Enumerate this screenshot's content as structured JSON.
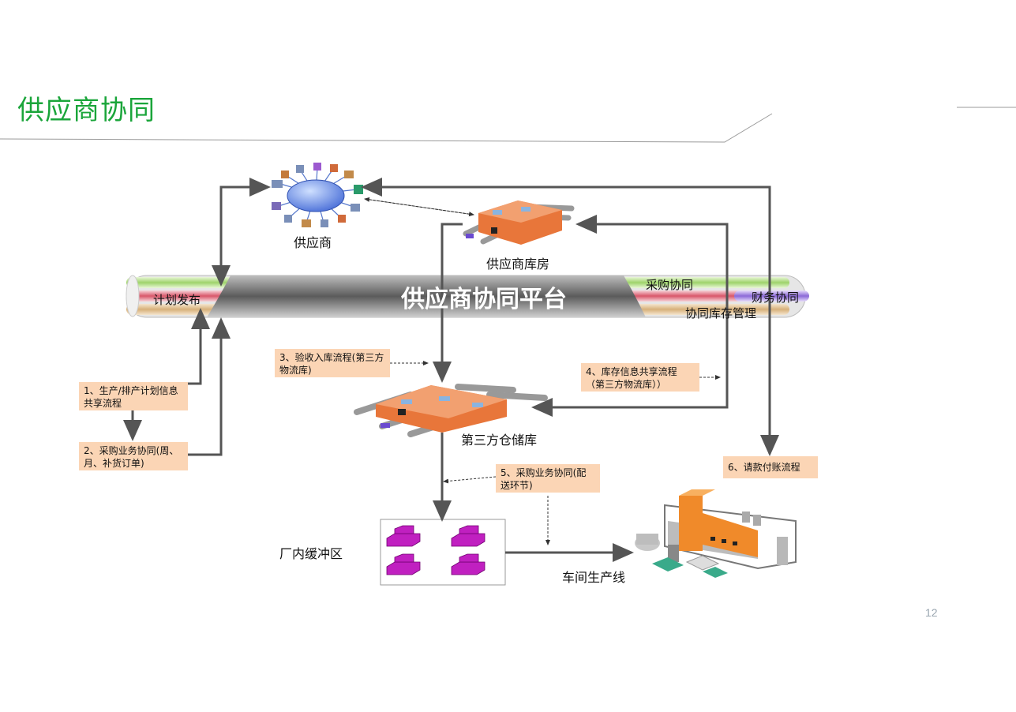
{
  "slide": {
    "title": "供应商协同",
    "page_number": "12"
  },
  "platform": {
    "name": "供应商协同平台",
    "lanes": {
      "left": "计划发布",
      "purchase": "采购协同",
      "finance": "财务协同",
      "inventory": "协同库存管理"
    },
    "colors": {
      "green": "#9ed36a",
      "red": "#d9576a",
      "tan": "#d7b07a",
      "purple": "#8c6ad8",
      "tube": "#5a5a5a"
    }
  },
  "nodes": {
    "supplier": "供应商",
    "supplier_warehouse": "供应商库房",
    "third_party_warehouse": "第三方仓储库",
    "buffer_zone": "厂内缓冲区",
    "production_line": "车间生产线"
  },
  "notes": {
    "n1": "1、生产/排产计划信息共享流程",
    "n2": "2、采购业务协同(周、月、补货订单)",
    "n3": "3、验收入库流程(第三方物流库)",
    "n4": "4、库存信息共享流程（第三方物流库））",
    "n5": "5、采购业务协同(配送环节)",
    "n6": "6、请款付账流程"
  },
  "colors": {
    "accent_green": "#1aa53a",
    "note_bg": "#fbd5b5",
    "arrow": "#555555",
    "building": "#e8763a",
    "box": "#c020c0"
  }
}
